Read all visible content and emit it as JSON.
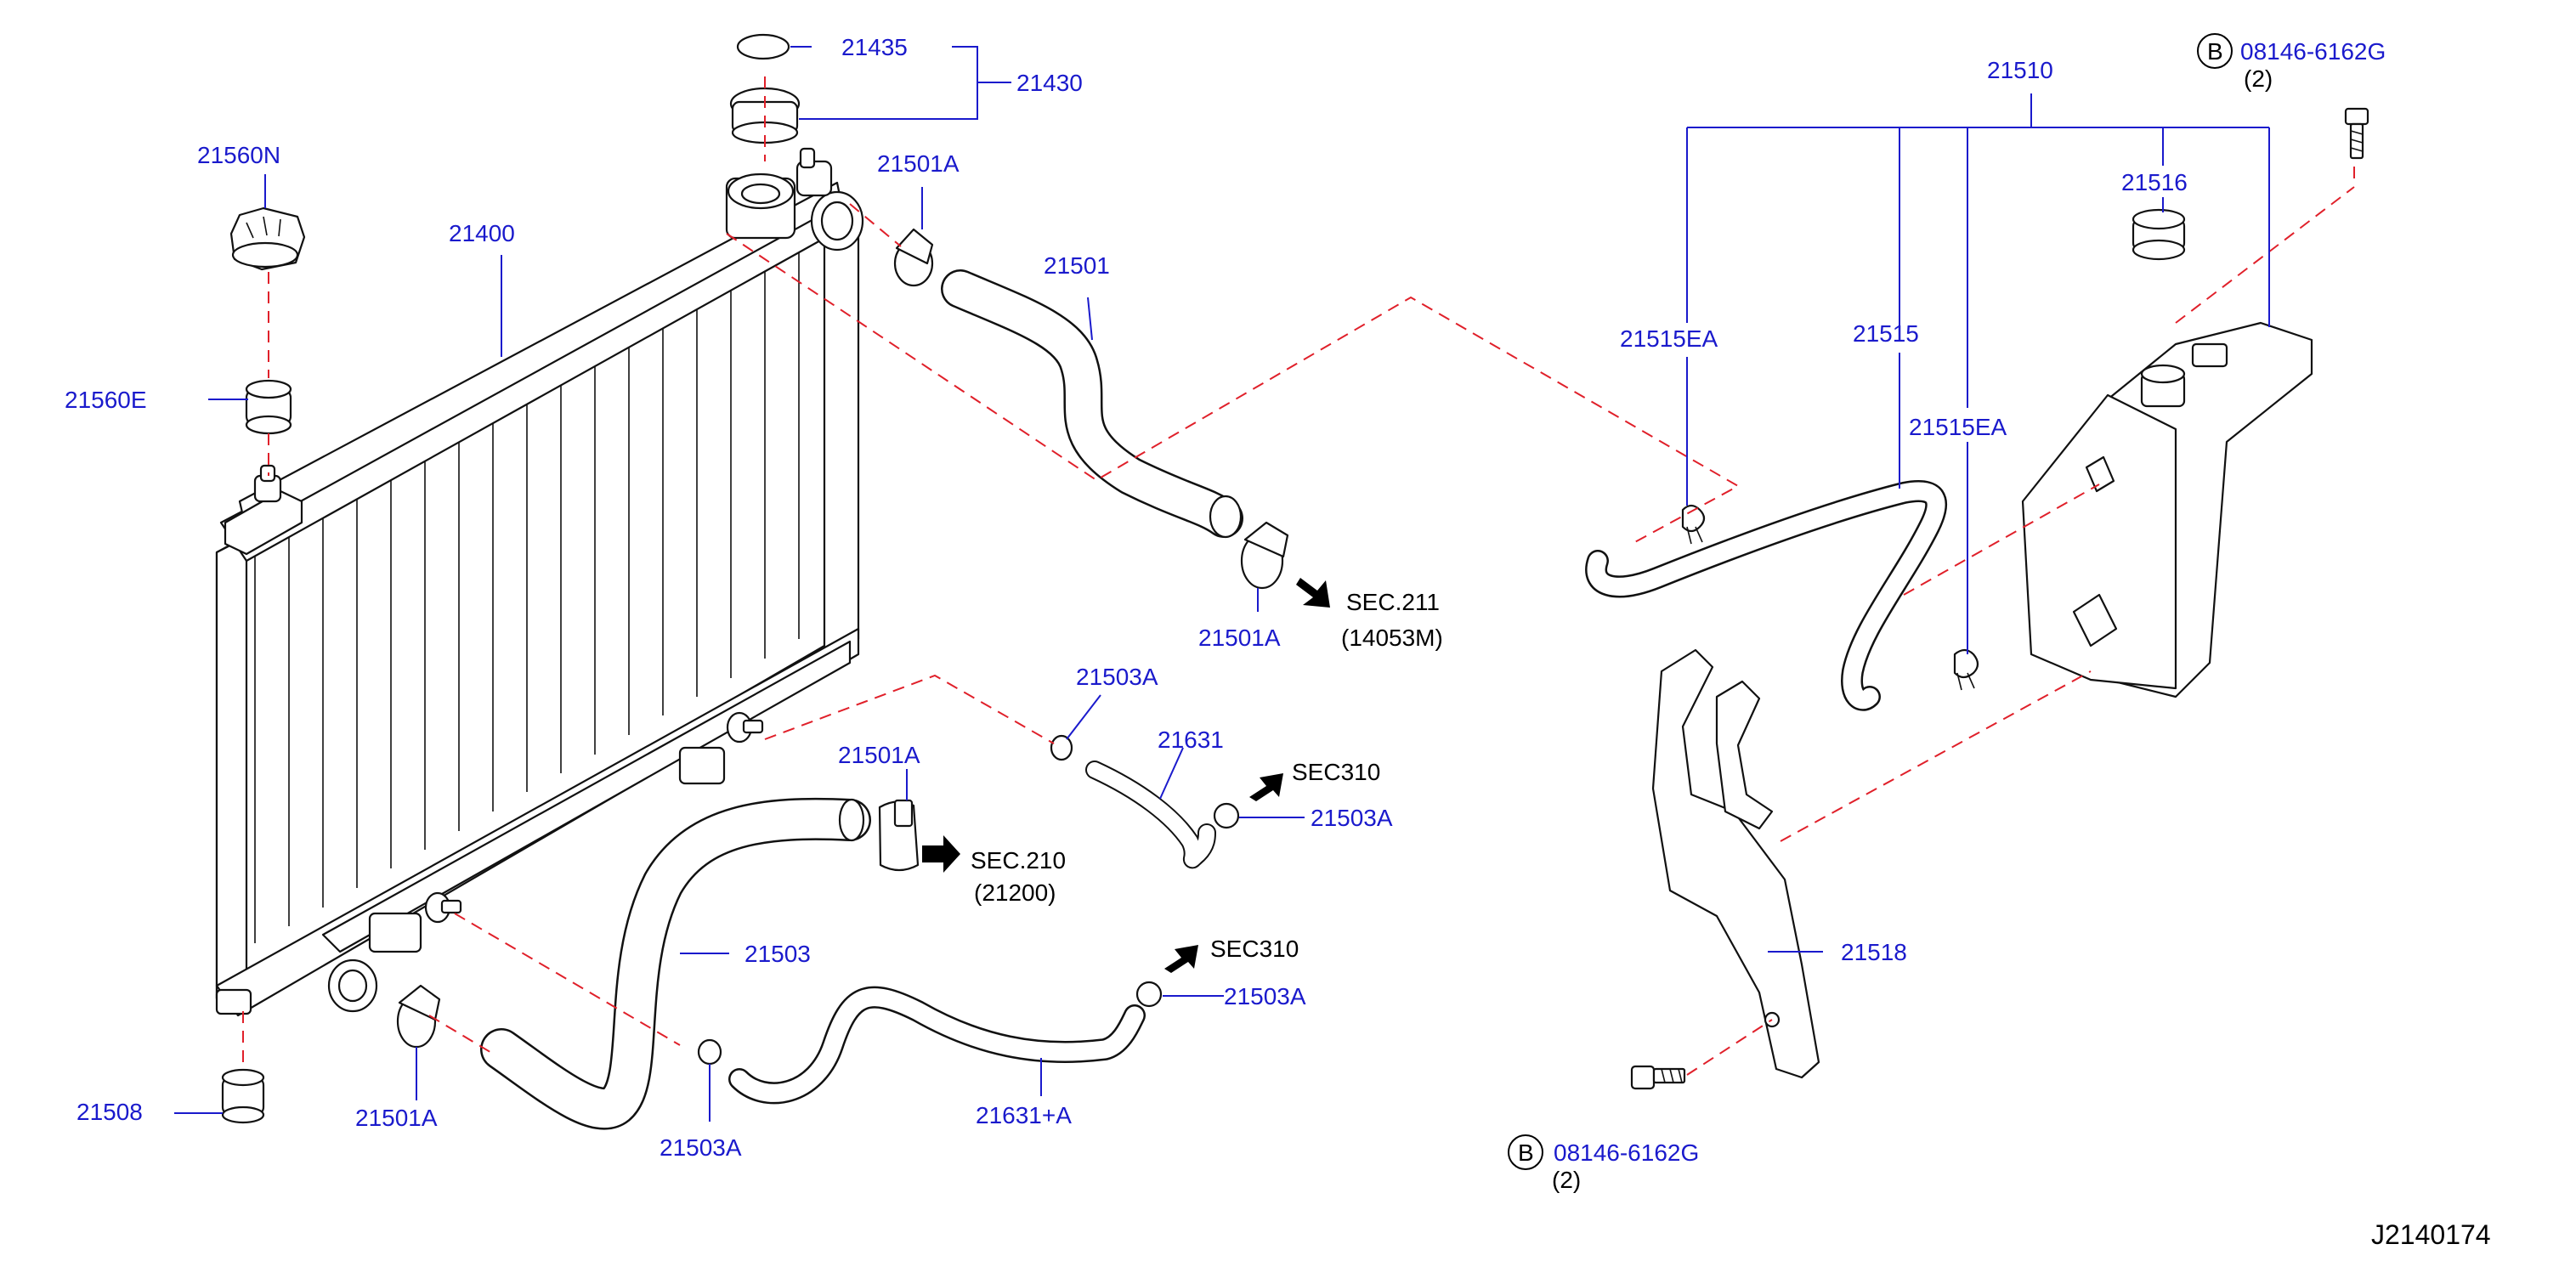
{
  "colors": {
    "part_number": "#1a1acc",
    "leader": "#1a1acc",
    "phantom": "#e0202a",
    "outline": "#111111"
  },
  "labels": {
    "p21435": "21435",
    "p21430": "21430",
    "p21560N": "21560N",
    "p21501A_top": "21501A",
    "p21400": "21400",
    "p21501": "21501",
    "p21560E": "21560E",
    "p21501A_mid": "21501A",
    "sec211": "SEC.211",
    "sec211_ref": "(14053M)",
    "p21503A_1": "21503A",
    "p21631": "21631",
    "sec310_1": "SEC310",
    "p21501A_low": "21501A",
    "p21503A_2": "21503A",
    "sec210": "SEC.210",
    "sec210_ref": "(21200)",
    "p21503": "21503",
    "sec310_2": "SEC310",
    "p21503A_3": "21503A",
    "p21508": "21508",
    "p21501A_bot": "21501A",
    "p21631A": "21631+A",
    "p21503A_4": "21503A",
    "p21510": "21510",
    "bolt_top": "08146-6162G",
    "bolt_top_qty": "(2)",
    "bolt_top_b": "B",
    "p21516": "21516",
    "p21515EA_1": "21515EA",
    "p21515": "21515",
    "p21515EA_2": "21515EA",
    "p21518": "21518",
    "bolt_bot": "08146-6162G",
    "bolt_bot_qty": "(2)",
    "bolt_bot_b": "B",
    "diagram_code": "J2140174"
  }
}
